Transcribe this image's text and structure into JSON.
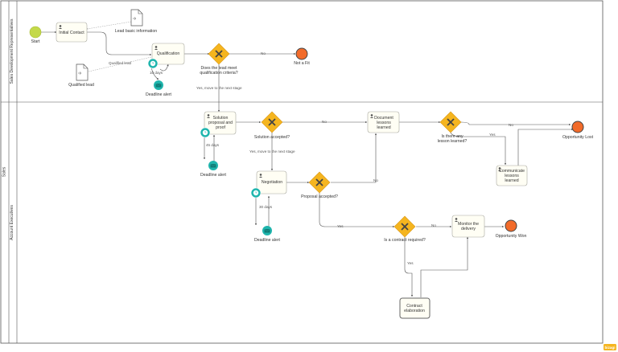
{
  "pool": {
    "name": "Sales"
  },
  "lanes": [
    {
      "name": "Sales Development Representatives"
    },
    {
      "name": "Account Executives"
    }
  ],
  "events": {
    "start": "Start",
    "not_fit": "Not a Fit",
    "opp_lost": "Opportunity Lost",
    "opp_won": "Opportunity Won"
  },
  "tasks": {
    "initial_contact": "Initial Contact",
    "qualification": "Qualification",
    "solution_proposal": [
      "Solution",
      "proposal and",
      "proof"
    ],
    "negotiation": "Negotiation",
    "document_lessons": [
      "Document",
      "lessons",
      "learned"
    ],
    "communicate_lessons": [
      "Communicate",
      "lessons",
      "learned"
    ],
    "monitor_delivery": [
      "Monitor the",
      "delivery"
    ],
    "contract_elaboration": [
      "Contract",
      "elaboration"
    ]
  },
  "data_objects": {
    "lead_info": "Lead basic information",
    "qualified_lead": "Qualified lead"
  },
  "gateways": {
    "g1": [
      "Does the lead meet",
      "qualification criteria?"
    ],
    "g2": "Solution accepted?",
    "g3": [
      "Is there any",
      "lesson learned?"
    ],
    "g4": "Proposal accepted?",
    "g5": "Is a contract required?"
  },
  "boundary": {
    "deadline_alert": "Deadline alert",
    "days_10": "10 days",
    "days_45": "45 days",
    "days_30": "30 days"
  },
  "flows": {
    "no": "No",
    "yes": "Yes",
    "yes_next_stage": "Yes, move to the next stage",
    "qualified_lead": "Qualified lead"
  },
  "watermark": "bizagi",
  "colors": {
    "start_event": "#c4d94a",
    "end_event": "#f26b2a",
    "gateway": "#f5b51f",
    "timer": "#1fb5ad",
    "task_fill": "#fffef4"
  }
}
